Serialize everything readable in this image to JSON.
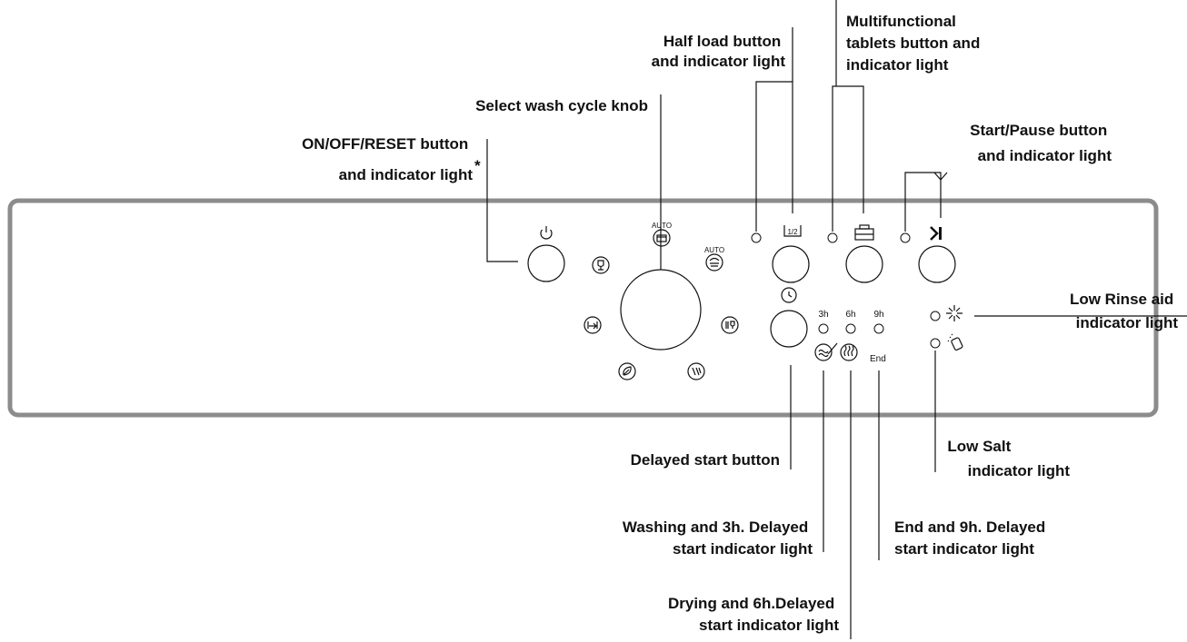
{
  "labels": {
    "half_load": [
      "Half load button",
      "and indicator light"
    ],
    "multitab": [
      "Multifunctional",
      "tablets button and",
      "indicator light"
    ],
    "select_knob": "Select wash cycle knob",
    "onoff": [
      "ON/OFF/RESET button",
      "and indicator light"
    ],
    "onoff_asterisk": "*",
    "start_pause": [
      "Start/Pause button",
      "and indicator light"
    ],
    "rinse_aid": [
      "Low Rinse aid",
      "indicator light"
    ],
    "delayed_start": "Delayed start button",
    "low_salt": [
      "Low Salt",
      "indicator light"
    ],
    "washing_3h": [
      "Washing and 3h. Delayed",
      "start indicator light"
    ],
    "end_9h": [
      "End and 9h. Delayed",
      "start indicator light"
    ],
    "drying_6h": [
      "Drying and 6h.Delayed",
      "start indicator light"
    ]
  },
  "panel": {
    "delay_hours": [
      "3h",
      "6h",
      "9h"
    ],
    "end_text": "End",
    "auto_text": "AUTO",
    "half_symbol": "1/2"
  },
  "icons": {
    "onoff": "power-icon",
    "half_load": "half-load-icon",
    "multitab": "tablet-icon",
    "start_pause": "play-pause-icon",
    "delay": "clock-icon",
    "rinse_aid": "sparkle-icon",
    "salt": "salt-icon",
    "washing": "spray-icon",
    "drying": "heat-icon"
  }
}
